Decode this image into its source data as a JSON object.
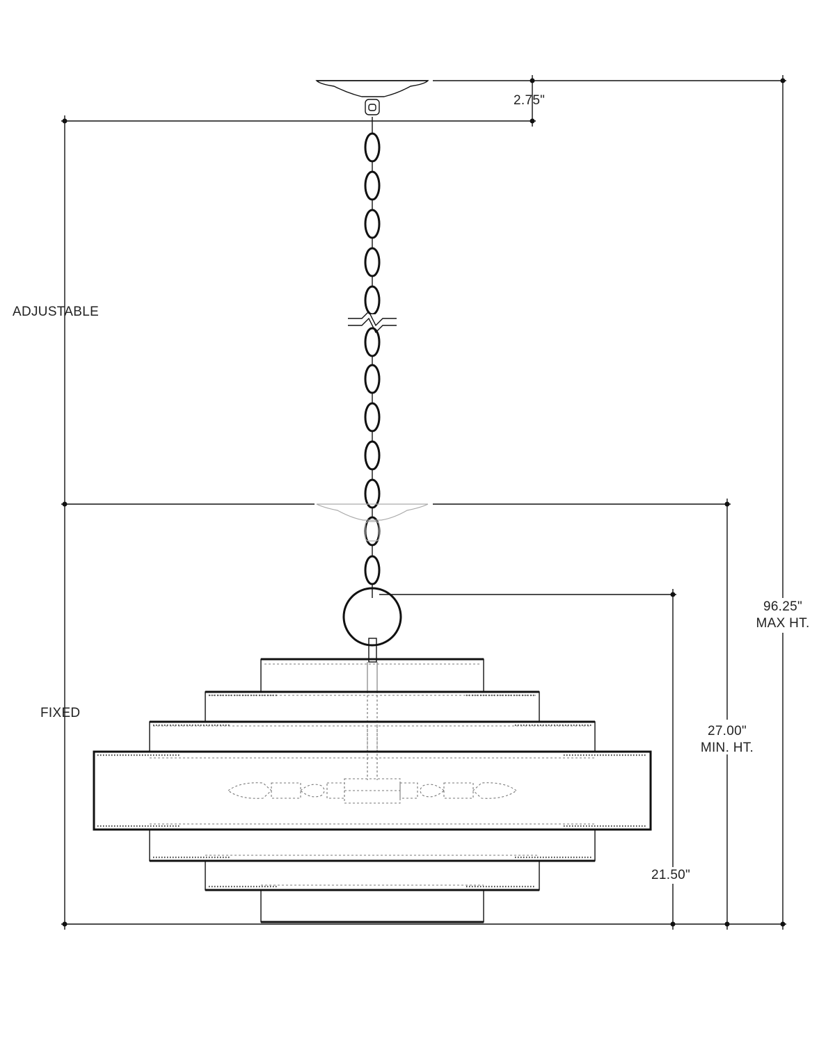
{
  "labels": {
    "canopy_height": "2.75\"",
    "adjustable": "ADJUSTABLE",
    "fixed": "FIXED",
    "max_height_value": "96.25\"",
    "max_height_label": "MAX HT.",
    "min_height_value": "27.00\"",
    "min_height_label": "MIN. HT.",
    "fixture_height": "21.50\""
  },
  "colors": {
    "line": "#111111",
    "hidden_line": "#777777",
    "background": "#ffffff"
  }
}
